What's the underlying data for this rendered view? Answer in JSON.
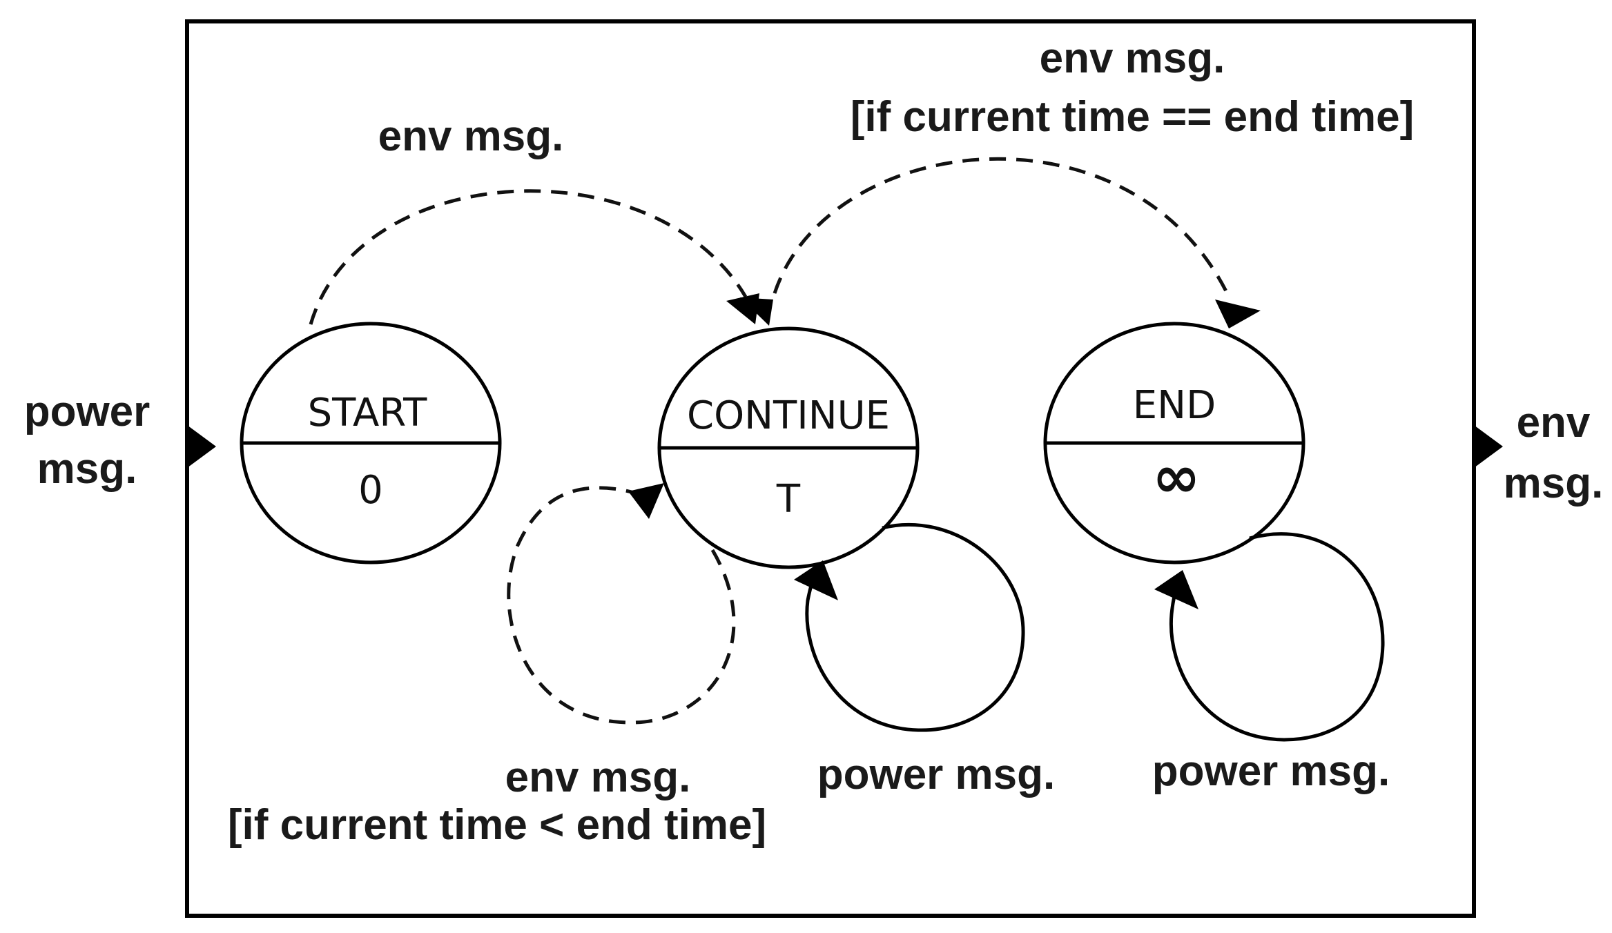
{
  "ports": {
    "input_label": [
      "power",
      "msg."
    ],
    "output_label": [
      "env",
      "msg."
    ]
  },
  "states": [
    {
      "name": "START",
      "time": "0"
    },
    {
      "name": "CONTINUE",
      "time": "T"
    },
    {
      "name": "END",
      "time": "∞"
    }
  ],
  "transitions": {
    "start_to_continue": "env msg.",
    "continue_to_end": [
      "env msg.",
      "[if current time == end time]"
    ],
    "continue_self": [
      "env msg.",
      "[if current time < end time]"
    ],
    "continue_power": "power msg.",
    "end_power": "power msg."
  },
  "colors": {
    "stroke": "#000000",
    "background": "#ffffff"
  }
}
